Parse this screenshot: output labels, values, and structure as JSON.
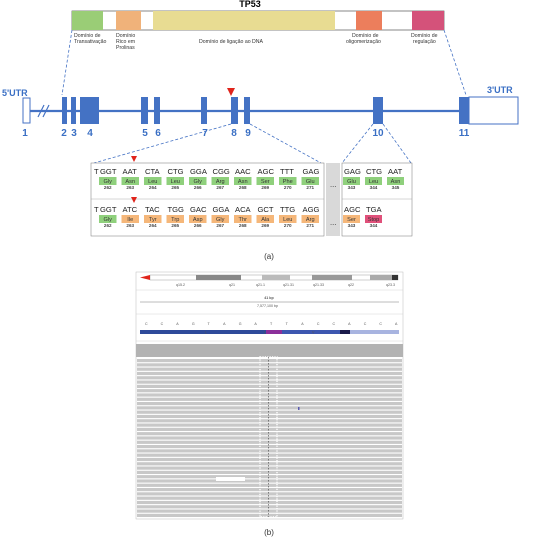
{
  "figure_a": {
    "protein_title": "TP53",
    "domains": [
      {
        "label_lines": [
          "Domínio de",
          "Transativação"
        ],
        "color": "#9acd76"
      },
      {
        "label_lines": [
          "Domínio",
          "Rico em",
          "Prolinas"
        ],
        "color": "#f0b27a"
      },
      {
        "label_lines": [
          "Domínio de ligação ao DNA"
        ],
        "color": "#e8dc92"
      },
      {
        "label_lines": [
          "Domínio de",
          "oligomerização"
        ],
        "color": "#ec7e5c"
      },
      {
        "label_lines": [
          "Domínio de",
          "regulação"
        ],
        "color": "#d4527a"
      }
    ],
    "utr_left": "5'UTR",
    "utr_right": "3'UTR",
    "exon_labels": [
      "1",
      "2",
      "3",
      "4",
      "5",
      "6",
      "7",
      "8",
      "9",
      "10",
      "11"
    ],
    "colors": {
      "exon": "#4472c4",
      "label": "#3a6fc4",
      "marker": "#e0241b",
      "aa_green": "#8fd07c",
      "aa_orange": "#f5b77a",
      "aa_stop": "#e0507a"
    },
    "wildtype": {
      "lead_base": "T",
      "codons": [
        "GGT",
        "AAT",
        "CTA",
        "CTG",
        "GGA",
        "CGG",
        "AAC",
        "AGC",
        "TTT",
        "GAG"
      ],
      "amino_acids": [
        "Gly",
        "Asn",
        "Leu",
        "Leu",
        "Gly",
        "Arg",
        "Asn",
        "Ser",
        "Phe",
        "Glu"
      ],
      "positions": [
        "262",
        "263",
        "264",
        "265",
        "266",
        "267",
        "268",
        "269",
        "270",
        "271"
      ]
    },
    "wildtype_end": {
      "codons": [
        "GAG",
        "CTG",
        "AAT"
      ],
      "amino_acids": [
        "Glu",
        "Leu",
        "Asn"
      ],
      "positions": [
        "343",
        "344",
        "345"
      ]
    },
    "mutant": {
      "lead_base": "T",
      "codons": [
        "GGT",
        "ATC",
        "TAC",
        "TGG",
        "GAC",
        "GGA",
        "ACA",
        "GCT",
        "TTG",
        "AGG"
      ],
      "amino_acids": [
        "Gly",
        "Ile",
        "Tyr",
        "Trp",
        "Asp",
        "Gly",
        "Thr",
        "Ala",
        "Leu",
        "Arg"
      ],
      "positions": [
        "262",
        "263",
        "264",
        "265",
        "266",
        "267",
        "268",
        "269",
        "270",
        "271"
      ]
    },
    "mutant_end": {
      "codons": [
        "AGC",
        "TGA"
      ],
      "amino_acids": [
        "Ser",
        "Stop"
      ],
      "positions": [
        "343",
        "344"
      ]
    },
    "ellipsis": "...",
    "caption": "(a)"
  },
  "figure_b": {
    "band_labels": [
      "q15.2",
      "q21",
      "q21.1",
      "q21.31",
      "q21.33",
      "q22",
      "q23.3"
    ],
    "span_label": "41 bp",
    "coordinate_label": "7,577,100 bp",
    "reference_bases": [
      "C",
      "C",
      "A",
      "G",
      "T",
      "A",
      "G",
      "A",
      "T",
      "T",
      "A",
      "C",
      "C",
      "A",
      "C",
      "C",
      "A"
    ],
    "translation_letters": [
      "L",
      "L",
      "V"
    ],
    "caption": "(b)"
  }
}
